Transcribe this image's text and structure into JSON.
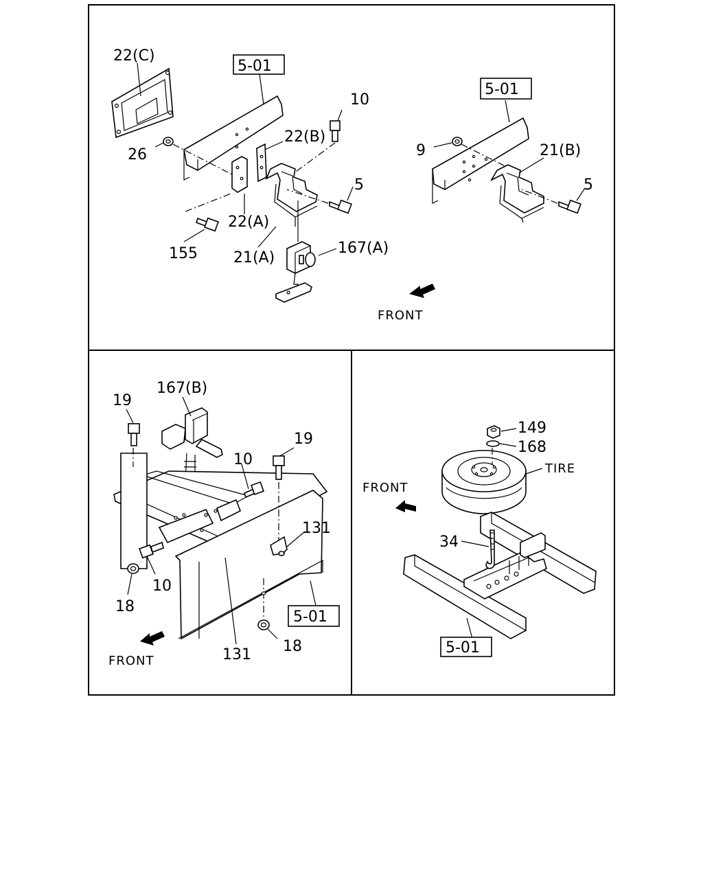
{
  "panel_top": {
    "labels": {
      "bracket_22c": "22(C)",
      "frame_ref_a": "5-01",
      "frame_ref_b": "5-01",
      "bolt_10": "10",
      "bracket_22b": "22(B)",
      "nut_26": "26",
      "nut_9": "9",
      "bracket_21b": "21(B)",
      "bolt_5_a": "5",
      "bolt_5_b": "5",
      "bracket_22a": "22(A)",
      "bolt_155": "155",
      "bracket_21a": "21(A)",
      "carrier_167a": "167(A)",
      "front": "FRONT"
    }
  },
  "panel_bottom_left": {
    "labels": {
      "carrier_167b": "167(B)",
      "bolt_19_a": "19",
      "bolt_19_b": "19",
      "bolt_10_a": "10",
      "bolt_10_b": "10",
      "bracket_131_a": "131",
      "bracket_131_b": "131",
      "nut_18_a": "18",
      "nut_18_b": "18",
      "frame_ref": "5-01",
      "front": "FRONT"
    }
  },
  "panel_bottom_right": {
    "labels": {
      "nut_149": "149",
      "washer_168": "168",
      "tire": "TIRE",
      "front": "FRONT",
      "hook_34": "34",
      "frame_ref": "5-01"
    }
  }
}
